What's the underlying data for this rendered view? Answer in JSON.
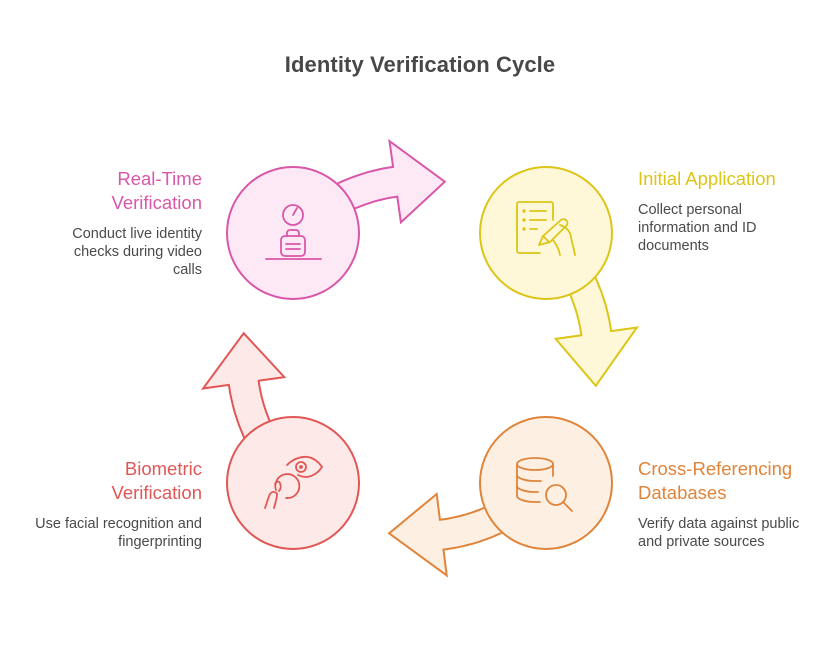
{
  "title": "Identity Verification Cycle",
  "steps": [
    {
      "id": "initial-application",
      "title": "Initial Application",
      "description": "Collect personal information and ID documents",
      "icon": "document-sign-icon",
      "stroke": "#dcc516",
      "fill": "#fef8d9"
    },
    {
      "id": "cross-referencing",
      "title": "Cross-Referencing Databases",
      "description": "Verify data against public and private sources",
      "icon": "database-search-icon",
      "stroke": "#e0843a",
      "fill": "#fdf0e3"
    },
    {
      "id": "biometric-verification",
      "title": "Biometric Verification",
      "description": "Use facial recognition and fingerprinting",
      "icon": "eye-fingerprint-icon",
      "stroke": "#e25656",
      "fill": "#fde9e7"
    },
    {
      "id": "real-time-verification",
      "title": "Real-Time Verification",
      "description": "Conduct live identity checks during video calls",
      "icon": "video-call-agent-icon",
      "stroke": "#d957a8",
      "fill": "#fde9f6"
    }
  ]
}
